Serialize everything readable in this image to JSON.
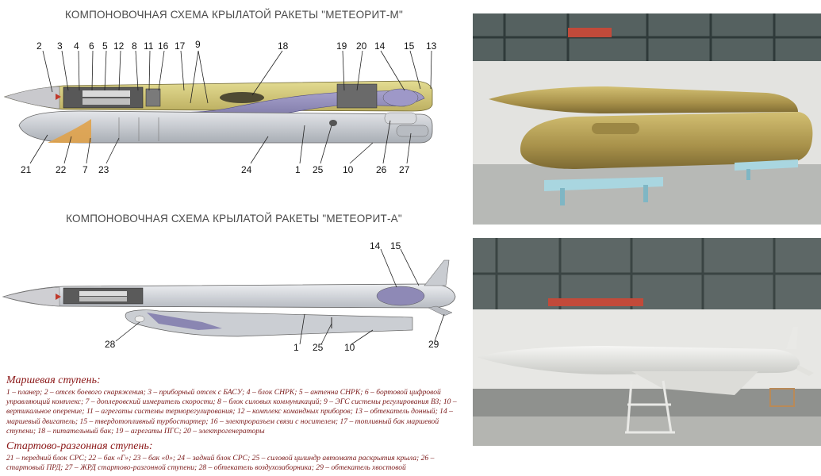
{
  "titles": {
    "meteorit_m": "КОМПОНОВОЧНАЯ СХЕМА КРЫЛАТОЙ РАКЕТЫ \"МЕТЕОРИТ-М\"",
    "meteorit_a": "КОМПОНОВОЧНАЯ СХЕМА КРЫЛАТОЙ РАКЕТЫ \"МЕТЕОРИТ-А\""
  },
  "callouts_m_top": [
    "2",
    "3",
    "4",
    "6",
    "5",
    "12",
    "8",
    "11",
    "16",
    "17",
    "9",
    "18",
    "19",
    "20",
    "14",
    "15",
    "13"
  ],
  "callouts_m_bottom": [
    "21",
    "22",
    "7",
    "23",
    "24",
    "1",
    "25",
    "10",
    "26",
    "27"
  ],
  "callouts_a": [
    "14",
    "15",
    "28",
    "1",
    "25",
    "10",
    "29"
  ],
  "legend": {
    "march_heading": "Маршевая ступень:",
    "march_text": "1 – планер; 2 – отсек боевого снаряжения; 3 – приборный отсек с БАСУ; 4 – блок СНРК; 5 – антенна СНРК; 6 – бортовой цифровой управляющий комплекс; 7 – доплеровский измеритель скорости; 8 – блок силовых коммуникаций; 9 – ЭГС системы регулирования ВЗ; 10 – вертикальное оперение; 11 – агрегаты системы терморегулирования; 12 – комплекс командных приборов; 13 – обтекатель донный; 14 – маршевый двигатель; 15 – твердотопливный турбостартер; 16 – электроразъем связи с носителем; 17 – топливный бак маршевой ступени; 18 – питательный бак; 19 – агрегаты ПГС; 20 – электрогенераторы",
    "boost_heading": "Стартово-разгонная ступень:",
    "boost_text": "21 – передний блок СРС; 22 – бак «Г»; 23 – бак «0»; 24 – задний блок СРС; 25 – силовой цилиндр автомата раскрытия крыла; 26 – стартовый ПРД; 27 – ЖРД стартово-разгонной ступени; 28 – обтекатель воздухозаборника; 29 – обтекатель хвостовой"
  },
  "colors": {
    "fuselage_m": "#d8cf7e",
    "fuselage_a": "#dcdde1",
    "booster": "#c9cdd2",
    "internal_purple": "#8b86b4",
    "legend_red": "#7a1515",
    "photo_khaki": "#b39d52",
    "photo_white": "#eeeeec",
    "stand_blue": "#a9d6e0"
  }
}
